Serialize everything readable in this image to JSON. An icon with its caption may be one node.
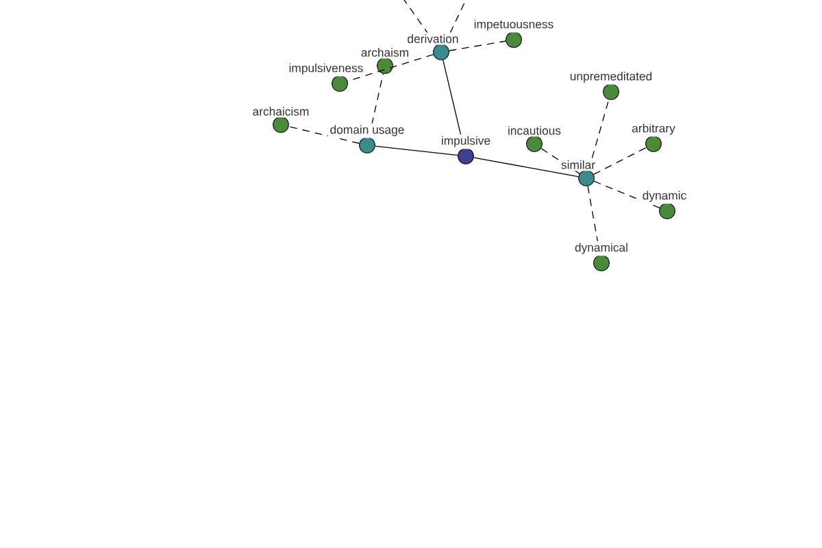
{
  "diagram": {
    "nodes": [
      {
        "text": [
          "impulsive"
        ]
      },
      {
        "text": [
          "derivation"
        ]
      },
      {
        "text": [
          "domain usage"
        ]
      },
      {
        "text": [
          "similar"
        ]
      },
      {
        "text": [
          "impetuousness"
        ]
      },
      {
        "text": [
          "archaism"
        ]
      },
      {
        "text": [
          "impulsiveness"
        ]
      },
      {
        "text": [
          "archaicism"
        ]
      },
      {
        "text": [
          "incautious"
        ]
      },
      {
        "text": [
          "unpremeditated"
        ]
      },
      {
        "text": [
          "arbitrary"
        ]
      },
      {
        "text": [
          "dynamic"
        ]
      },
      {
        "text": [
          "dynamical"
        ]
      }
    ],
    "edges": [
      {
        "from": 0,
        "to": 1,
        "arrow": "none"
      },
      {
        "from": 0,
        "to": 2,
        "arrow": "none"
      },
      {
        "from": 0,
        "to": 3,
        "arrow": "none"
      },
      {
        "from": 1,
        "to": 4,
        "arrow": "none",
        "style": "dashed"
      },
      {
        "from": 1,
        "to": 6,
        "arrow": "none",
        "style": "dashed"
      },
      {
        "from": 1,
        "to": null,
        "arrow": "none",
        "style": "dashed"
      },
      {
        "from": 1,
        "to": null,
        "arrow": "none",
        "style": "dashed"
      },
      {
        "from": 2,
        "to": 5,
        "arrow": "none",
        "style": "dashed"
      },
      {
        "from": 2,
        "to": 7,
        "arrow": "none",
        "style": "dashed"
      },
      {
        "from": 3,
        "to": 8,
        "arrow": "none",
        "style": "dashed"
      },
      {
        "from": 3,
        "to": 9,
        "arrow": "none",
        "style": "dashed"
      },
      {
        "from": 3,
        "to": 10,
        "arrow": "none",
        "style": "dashed"
      },
      {
        "from": 3,
        "to": 11,
        "arrow": "none",
        "style": "dashed"
      },
      {
        "from": 3,
        "to": 12,
        "arrow": "none",
        "style": "dashed"
      }
    ]
  }
}
